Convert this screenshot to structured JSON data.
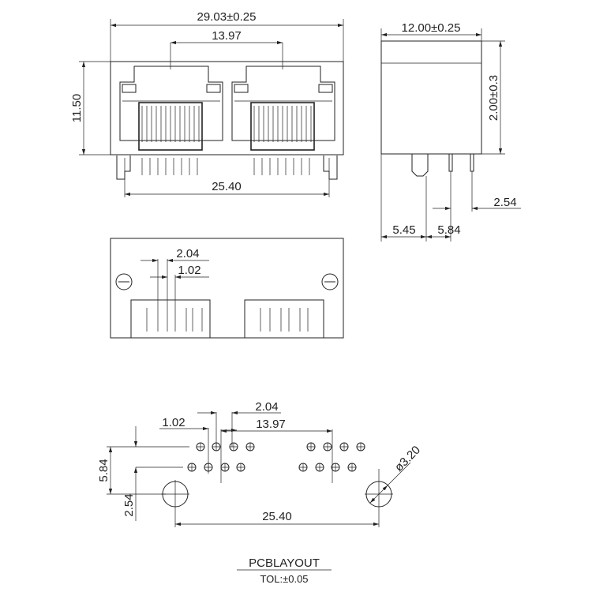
{
  "front_view": {
    "width_dim": "29.03±0.25",
    "port_pitch_dim": "13.97",
    "height_dim": "11.50",
    "peg_span_dim": "25.40"
  },
  "side_view": {
    "depth_dim": "12.00±0.25",
    "offset_dim": "2.00±0.3",
    "pin_dim_a": "5.45",
    "pin_dim_b": "5.84",
    "pin_dim_c": "2.54"
  },
  "bottom_view": {
    "pin_pitch_dim": "2.04",
    "pin_offset_dim": "1.02"
  },
  "pcb_layout": {
    "pin_pitch_dim": "2.04",
    "pin_offset_dim": "1.02",
    "port_pitch_dim": "13.97",
    "row_dim": "5.84",
    "peg_offset_dim": "2.54",
    "peg_span_dim": "25.40",
    "hole_dia_dim": "ø3.20",
    "title": "PCBLAYOUT",
    "tolerance": "TOL:±0.05"
  }
}
